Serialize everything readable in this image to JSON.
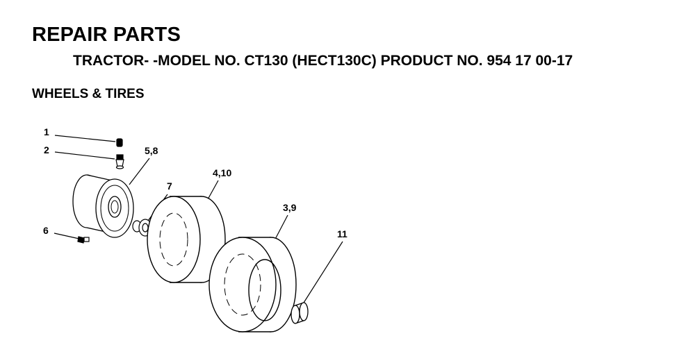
{
  "header": {
    "title": "REPAIR PARTS",
    "subtitle": "TRACTOR- -MODEL NO. CT130 (HECT130C) PRODUCT NO. 954 17 00-17",
    "section": "WHEELS & TIRES"
  },
  "callouts": {
    "c1": "1",
    "c2": "2",
    "c58": "5,8",
    "c7": "7",
    "c410": "4,10",
    "c39": "3,9",
    "c6": "6",
    "c11": "11"
  },
  "colors": {
    "ink": "#000000",
    "background": "#ffffff"
  }
}
